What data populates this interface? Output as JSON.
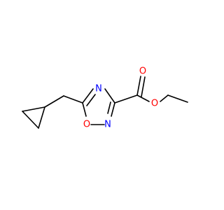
{
  "structure": {
    "atoms": {
      "n4": {
        "symbol": "N",
        "color": "#0000ff"
      },
      "n2": {
        "symbol": "N",
        "color": "#0000ff"
      },
      "o1": {
        "symbol": "O",
        "color": "#ff0000"
      },
      "o_carbonyl": {
        "symbol": "O",
        "color": "#ff0000"
      },
      "o_ester": {
        "symbol": "O",
        "color": "#ff0000"
      }
    },
    "bond_color": "#000000",
    "background_color": "#ffffff"
  }
}
